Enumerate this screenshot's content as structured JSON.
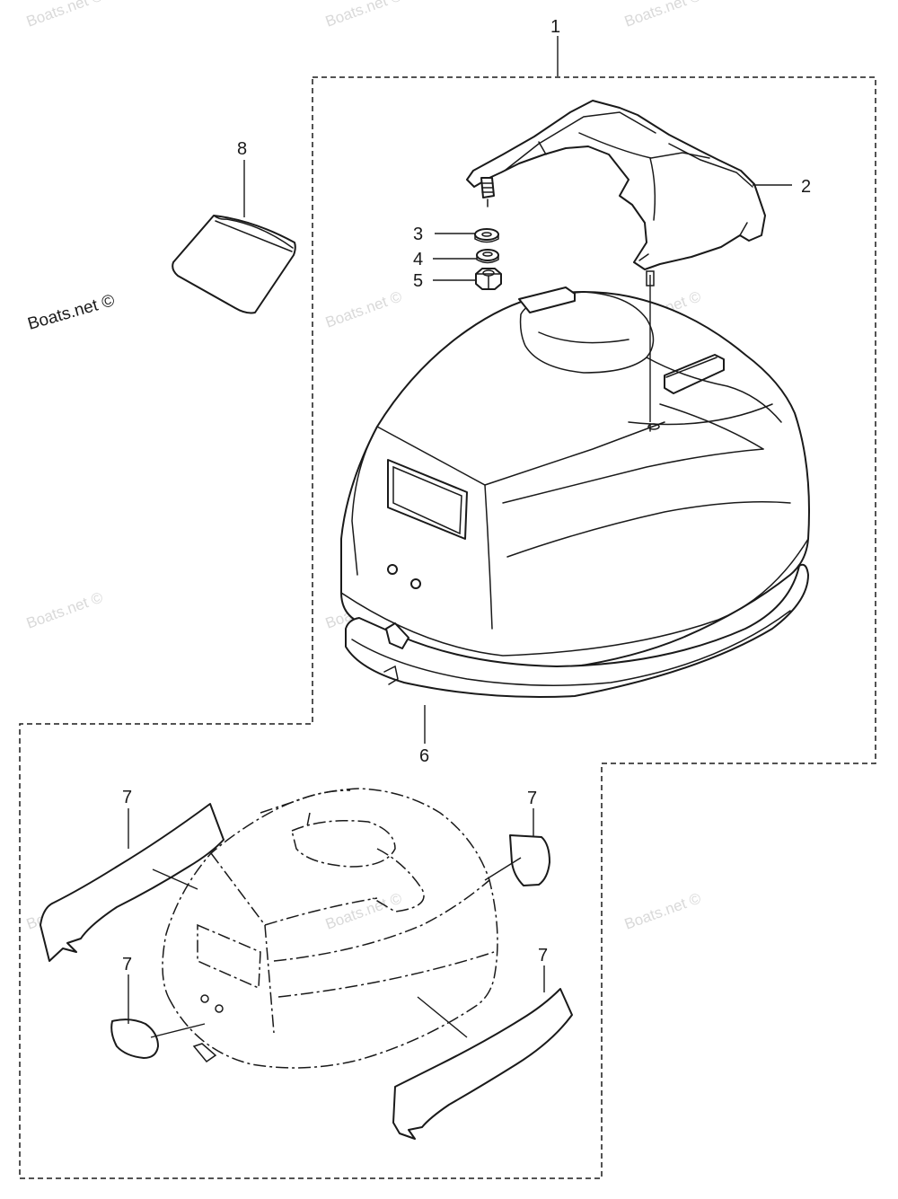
{
  "watermark": {
    "text": "Boats.net ©"
  },
  "credit": "Boats.net ©",
  "callouts": {
    "assembly": "1",
    "top_cover": "2",
    "washer_a": "3",
    "washer_b": "4",
    "nut": "5",
    "seal": "6",
    "decal_upper_left": "7",
    "decal_upper_right": "7",
    "decal_lower_left": "7",
    "decal_lower_right": "7",
    "pad": "8"
  }
}
